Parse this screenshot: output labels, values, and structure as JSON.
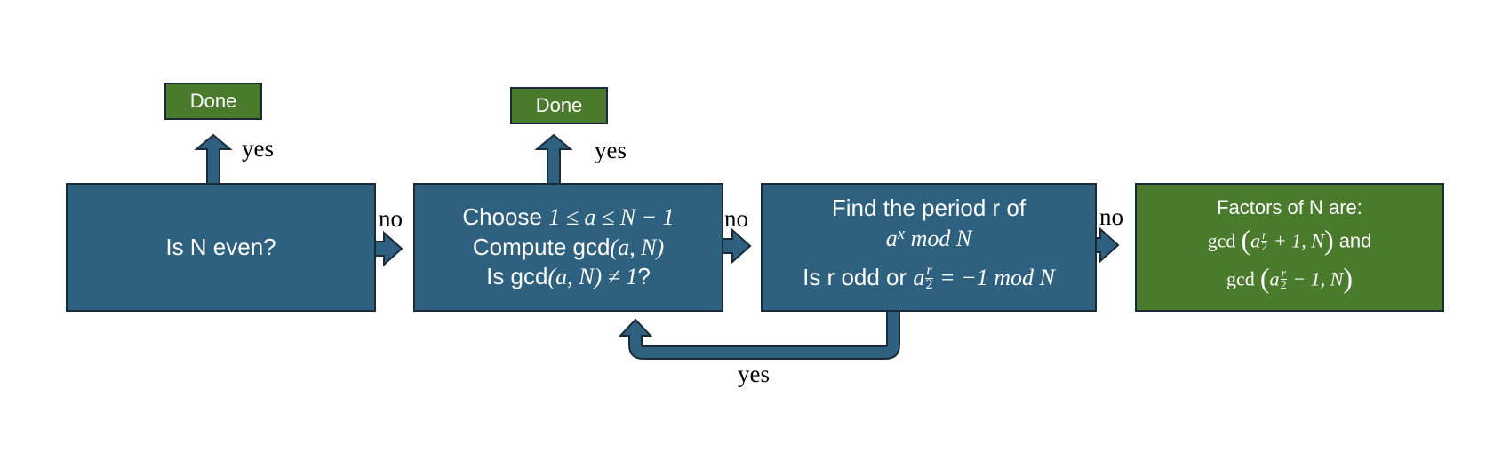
{
  "nodes": {
    "done_1": "Done",
    "done_2": "Done",
    "check_even": "Is N even?",
    "choose_a": {
      "line1_prefix": "Choose ",
      "line1_math": "1 ≤ a ≤ N − 1",
      "line2_prefix": "Compute gcd",
      "line2_math": "(a, N)",
      "line3_prefix": "Is gcd",
      "line3_math": "(a, N) ≠ 1",
      "line3_suffix": "?"
    },
    "find_period": {
      "line1": "Find the period r of",
      "line2_base": "a",
      "line2_exp": "x",
      "line2_rest": " mod N",
      "line3_prefix": "Is r odd or ",
      "line3_base": "a",
      "line3_frac_num": "r",
      "line3_frac_den": "2",
      "line3_rest": " = −1 mod N"
    },
    "factors": {
      "title": "Factors of N are:",
      "gcd_word": "gcd",
      "open_paren": "(",
      "close_paren": ")",
      "base": "a",
      "frac_num": "r",
      "frac_den": "2",
      "term_plus": " + 1, N",
      "term_minus": " − 1, N",
      "joiner": " and"
    }
  },
  "edge_labels": {
    "yes_1": "yes",
    "yes_2": "yes",
    "no_1": "no",
    "no_2": "no",
    "no_3": "no",
    "yes_loop": "yes"
  },
  "colors": {
    "process_fill": "#2e6080",
    "terminal_fill": "#4a7a2b",
    "outline": "#1b2a38",
    "text": "#ffffff",
    "label_text": "#000000"
  }
}
